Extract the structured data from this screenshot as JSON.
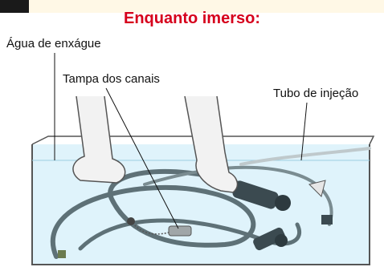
{
  "header": {
    "title": "Enquanto imerso:"
  },
  "labels": {
    "rinse_water": "Água de enxágue",
    "channel_cap": "Tampa dos canais",
    "injection_tube": "Tubo de injeção"
  },
  "colors": {
    "title": "#d6001c",
    "water": "#dff3fb",
    "basin_outline": "#555555",
    "tube": "#5e7177",
    "glove": "#f2f2f2"
  }
}
